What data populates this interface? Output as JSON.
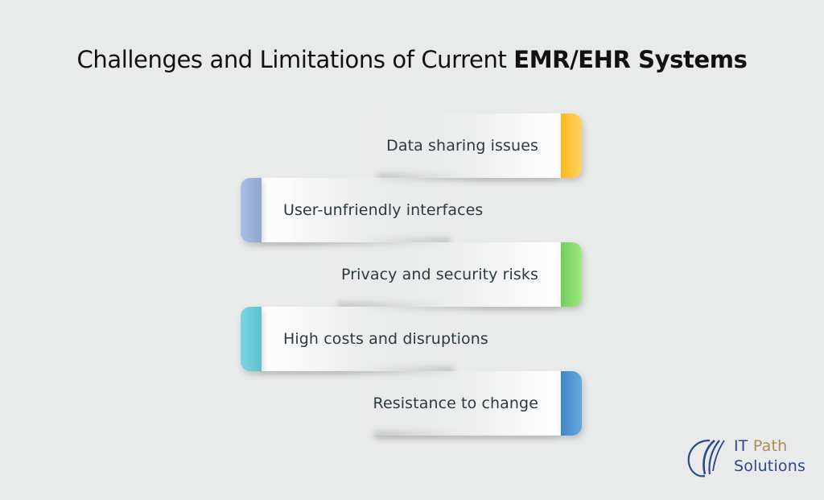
{
  "title": {
    "regular": "Challenges and Limitations of Current ",
    "bold": "EMR/EHR Systems"
  },
  "items": [
    {
      "label": "Data sharing issues",
      "side": "right",
      "accent_color": "#fdc12e"
    },
    {
      "label": "User-unfriendly interfaces",
      "side": "left",
      "accent_color": "#9bb3d8"
    },
    {
      "label": "Privacy and security risks",
      "side": "right",
      "accent_color": "#86d86e"
    },
    {
      "label": "High costs and disruptions",
      "side": "left",
      "accent_color": "#6ccbd6"
    },
    {
      "label": "Resistance to change",
      "side": "right",
      "accent_color": "#4d93d0"
    }
  ],
  "logo": {
    "word1": "IT",
    "word2": "Path",
    "word3": "Solutions",
    "primary_color": "#2a4a8a",
    "secondary_color": "#a88c5a"
  }
}
